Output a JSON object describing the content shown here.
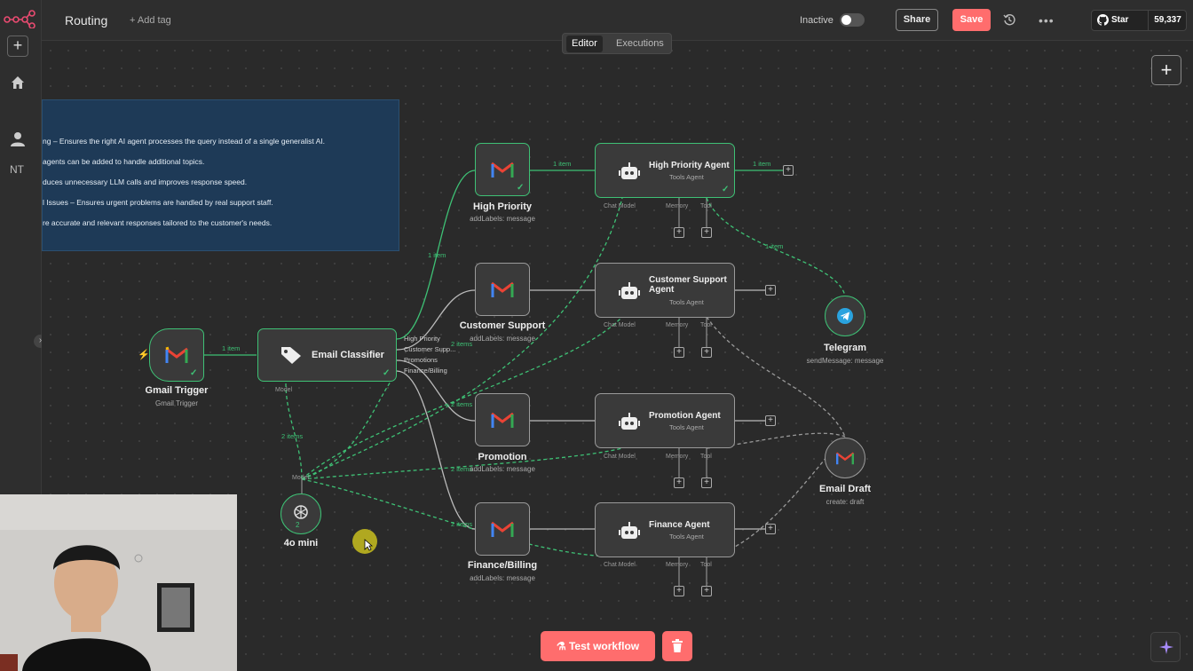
{
  "header": {
    "workflow_name": "Routing",
    "add_tag": "+ Add tag",
    "active_label": "Inactive",
    "share_label": "Share",
    "save_label": "Save",
    "github_star": "Star",
    "github_count": "59,337"
  },
  "sidebar": {
    "user_initials": "NT"
  },
  "tabs": [
    {
      "label": "Editor",
      "active": true
    },
    {
      "label": "Executions",
      "active": false
    }
  ],
  "note": {
    "lines": [
      "ng – Ensures the right AI agent processes the query instead of a single generalist AI.",
      "agents can be added to handle additional topics.",
      "duces unnecessary LLM calls and improves response speed.",
      "l Issues – Ensures urgent problems are handled by real support staff.",
      "re accurate and relevant responses tailored to the customer's needs."
    ]
  },
  "nodes": {
    "gmail_trigger": {
      "title": "Gmail Trigger",
      "subtitle": "Gmail Trigger"
    },
    "classifier": {
      "title": "Email Classifier",
      "model_port": "Model",
      "outputs": [
        "High Priority",
        "Customer Supp...",
        "Promotions",
        "Finance/Billing"
      ]
    },
    "openai": {
      "title": "4o mini",
      "model_label": "Model",
      "count": "2"
    },
    "gmail_labels": [
      {
        "title": "High Priority",
        "subtitle": "addLabels: message"
      },
      {
        "title": "Customer Support",
        "subtitle": "addLabels: message"
      },
      {
        "title": "Promotion",
        "subtitle": "addLabels: message"
      },
      {
        "title": "Finance/Billing",
        "subtitle": "addLabels: message"
      }
    ],
    "agents": [
      {
        "title": "High Priority Agent",
        "subtitle": "Tools Agent"
      },
      {
        "title": "Customer Support Agent",
        "subtitle": "Tools Agent"
      },
      {
        "title": "Promotion Agent",
        "subtitle": "Tools Agent"
      },
      {
        "title": "Finance Agent",
        "subtitle": "Tools Agent"
      }
    ],
    "agent_ports": {
      "chat_model": "Chat Model",
      "memory": "Memory",
      "tool": "Tool"
    },
    "telegram": {
      "title": "Telegram",
      "subtitle": "sendMessage: message"
    },
    "email_draft": {
      "title": "Email Draft",
      "subtitle": "create: draft"
    }
  },
  "edge_labels": {
    "one_item": "1 item",
    "two_items": "2 items"
  },
  "footer": {
    "test_label": "Test workflow"
  },
  "colors": {
    "accent": "#ff6d6d",
    "success": "#3ec175",
    "note_bg": "#1e3a57",
    "canvas_bg": "#2a2a2a"
  }
}
